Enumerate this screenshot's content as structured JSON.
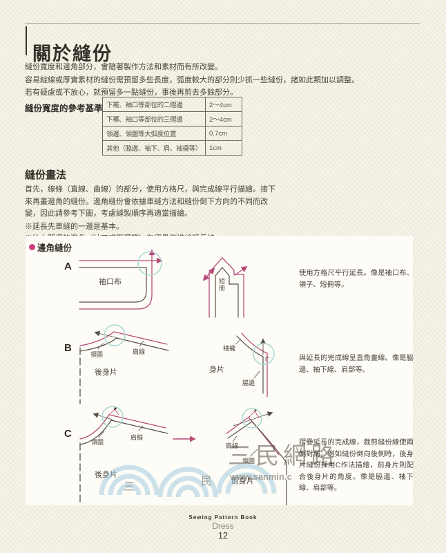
{
  "header": {
    "title": "關於縫份",
    "intro_lines": [
      "縫份寬度和邊角部分，會隨著製作方法和素材而有所改變。",
      "容易綻線或厚實素材的縫份需預留多些長度，弧度較大的部分則少抓一些縫份，諸如此類加以調整。",
      "若有疑慮或不放心，就預留多一點縫份，事後再剪去多餘部分。"
    ]
  },
  "reference": {
    "heading": "縫份寬度的參考基準",
    "rows": [
      {
        "label": "下襬、袖口等部位的二摺邊",
        "value": "2～4cm"
      },
      {
        "label": "下襬、袖口等部位的三摺邊",
        "value": "2～4cm"
      },
      {
        "label": "領邊、領圍等大弧度位置",
        "value": "0.7cm"
      },
      {
        "label": "其他（脇邊、袖下、肩、袖襱等）",
        "value": "1cm"
      }
    ]
  },
  "method": {
    "heading": "縫份畫法",
    "body_lines": [
      "首先，線條（直線、曲線）的部分，使用方格尺，與完成線平行描繪。接下",
      "來再畫邊角的縫份。邊角縫份會依據車縫方法和縫份倒下方向的不同而改",
      "變，因此請參考下圖，考慮縫製順序再適當描繪。"
    ],
    "notes": [
      "※延長先車縫的一邊是基本。",
      "※往上翻摺的邊角（袖口或下襬等）在摺疊側描繪延長線。"
    ]
  },
  "diagram": {
    "title": "邊角縫份",
    "a": {
      "letter": "A",
      "piece": "袖口布",
      "tanzaku": "短冊",
      "caption": "使用方格尺平行延長。像是袖口布、領子、短冊等。"
    },
    "b": {
      "letter": "B",
      "back_piece": "後身片",
      "neckline": "領圍",
      "shoulder": "肩線",
      "body_piece": "身片",
      "armhole": "袖襱",
      "side": "脇邊",
      "caption": "與延長的完成線呈直角畫線。像是脇邊、袖下線、肩部等。"
    },
    "c": {
      "letter": "C",
      "back_piece": "後身片",
      "neckline": "領圍",
      "shoulder": "肩線",
      "front_piece": "前身片",
      "front_neckline": "領圍",
      "front_shoulder": "肩線",
      "caption": "摺疊延長的完成線，裁剪縫份線使兩側對稱。例如縫份倒向後側時，後身片縫份採用C作法描繪，前身片則配合後身片的角度。像是脇邊、袖下線、肩部等。"
    }
  },
  "watermark": {
    "brand": "三民網路",
    "char1": "三",
    "char2": "民",
    "url": "www.sanmin.c"
  },
  "footer": {
    "series": "Sewing Pattern Book",
    "book": "Dress",
    "page": "12"
  },
  "colors": {
    "accent_pink": "#b84a78",
    "highlight_teal": "#a8d6d2",
    "line_dark": "#55504a",
    "bullet_pink": "#ce3f7b",
    "watermark_blue": "#a9cfdf"
  }
}
